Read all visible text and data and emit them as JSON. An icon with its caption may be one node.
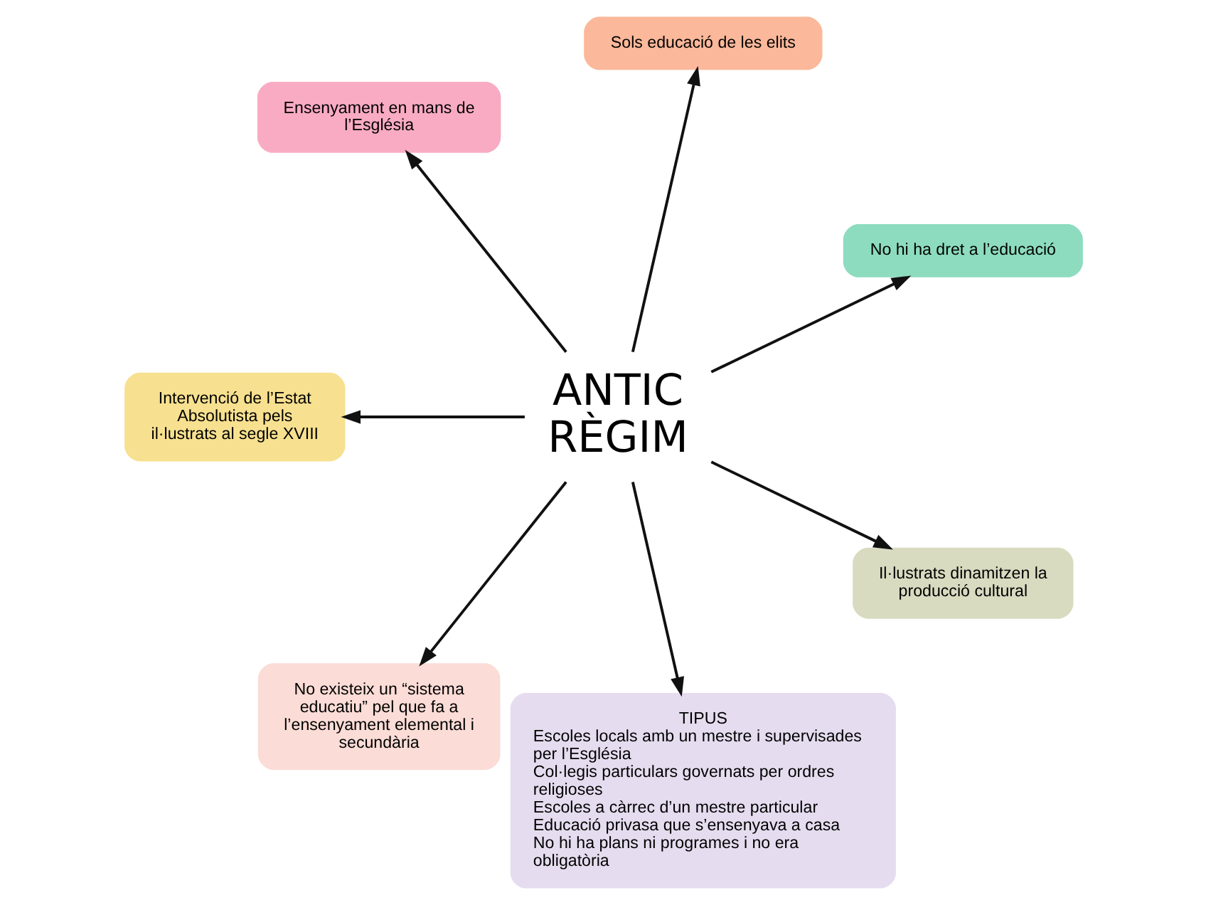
{
  "diagram": {
    "nodes": [
      {
        "text": [
          "ANTIC RÈGIM"
        ]
      },
      {
        "text": [
          "No hi ha dret a l’educació"
        ]
      },
      {
        "text": [
          "Sols educació de les elits"
        ]
      },
      {
        "text": [
          "Ensenyament en mans de l’Església"
        ]
      },
      {
        "text": [
          "Intervenció de l’Estat Absolutista pels il·lustrats al segle XVIII"
        ]
      },
      {
        "text": [
          "No existeix un “sistema educatiu” pel que fa a l’ensenyament elemental i secundària"
        ]
      },
      {
        "text": [
          "TIPUS",
          "Escoles locals amb un mestre i supervisades per l’Església",
          "Col·legis particulars governats per ordres religioses",
          "Escoles a càrrec d’un mestre particular",
          "Educació privasa que s’ensenyava a casa",
          "No hi ha plans ni programes i no era obligatòria"
        ]
      },
      {
        "text": [
          "Il·lustrats dinamitzen la producció cultural"
        ]
      }
    ],
    "edges": [
      {
        "from": 0,
        "to": 1,
        "arrow": "to"
      },
      {
        "from": 0,
        "to": 2,
        "arrow": "to"
      },
      {
        "from": 0,
        "to": 3,
        "arrow": "to"
      },
      {
        "from": 0,
        "to": 4,
        "arrow": "to"
      },
      {
        "from": 0,
        "to": 5,
        "arrow": "to"
      },
      {
        "from": 0,
        "to": 6,
        "arrow": "to"
      },
      {
        "from": 0,
        "to": 7,
        "arrow": "to"
      }
    ]
  }
}
